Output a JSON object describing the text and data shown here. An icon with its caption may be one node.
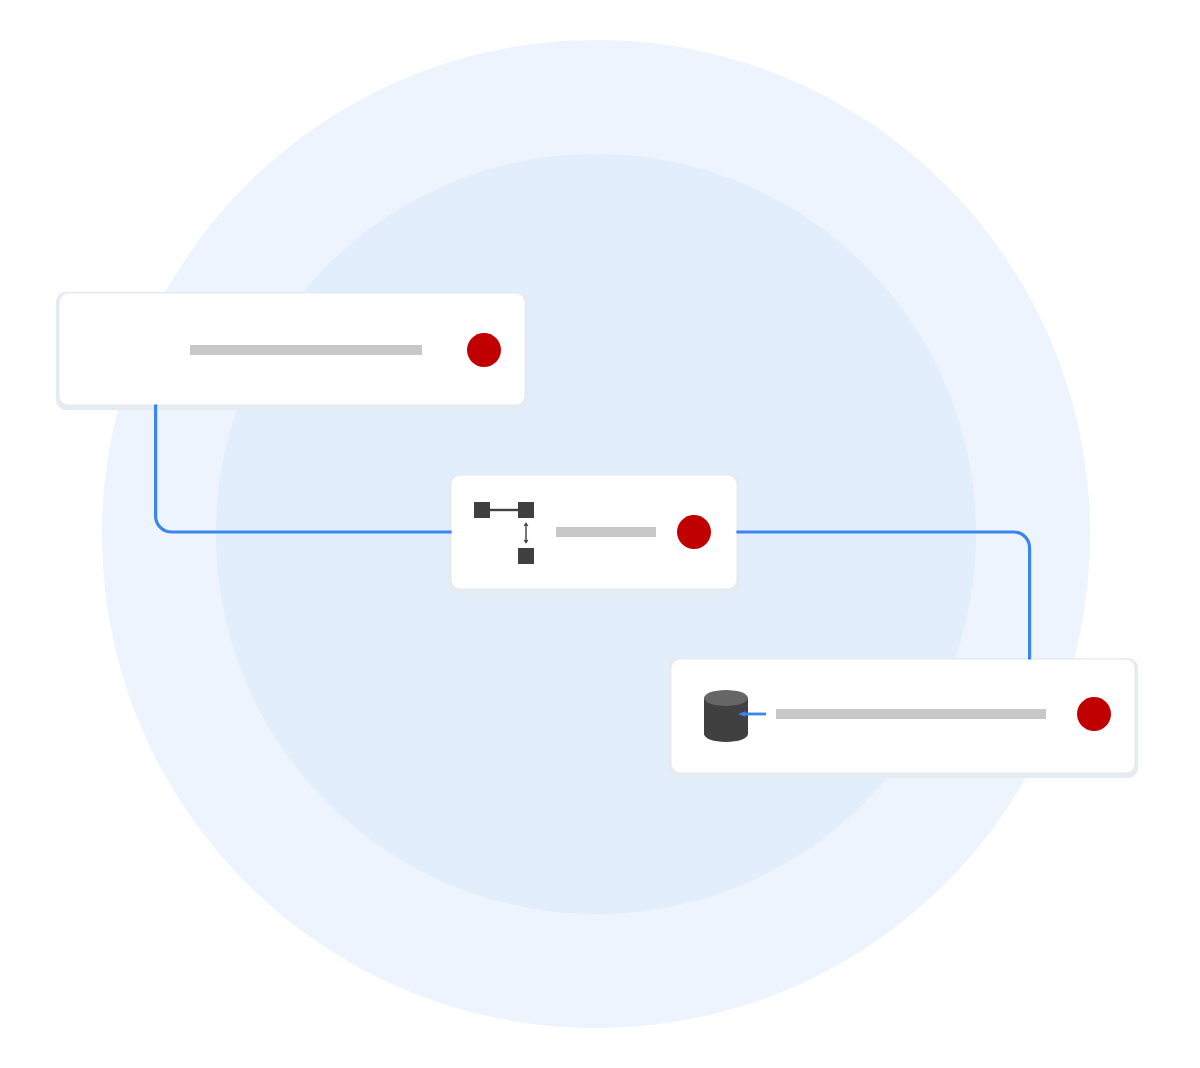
{
  "diagram": {
    "nodes": [
      {
        "text": [],
        "shape": "box"
      },
      {
        "text": [],
        "shape": "box"
      },
      {
        "text": [],
        "shape": "box"
      }
    ],
    "edges": [
      {
        "from": 0,
        "to": 1,
        "arrow": "none"
      },
      {
        "from": 1,
        "to": 2,
        "arrow": "none"
      }
    ]
  }
}
